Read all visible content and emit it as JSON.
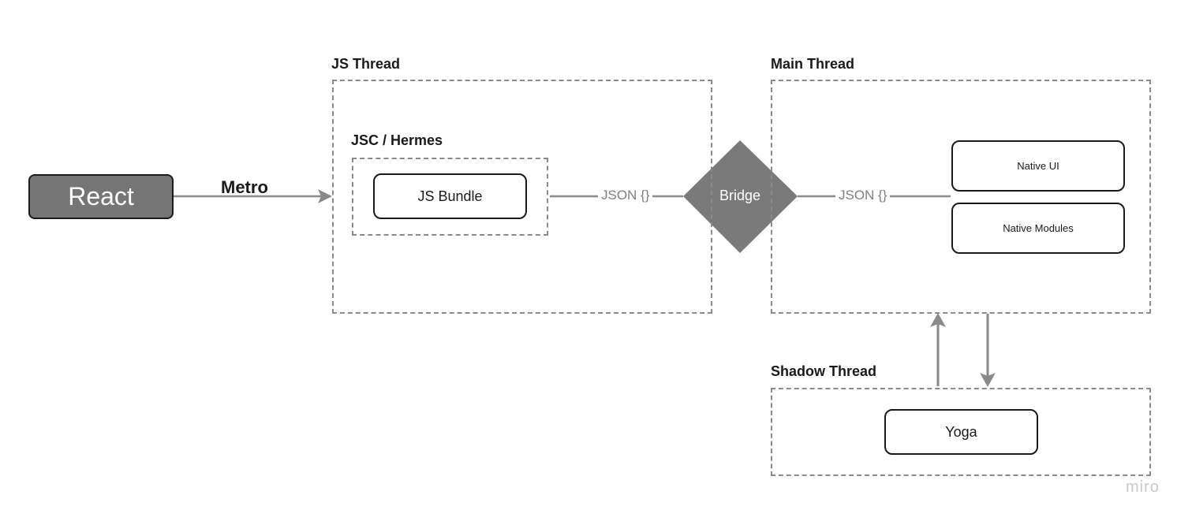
{
  "diagram": {
    "react_label": "React",
    "metro_label": "Metro",
    "js_thread_label": "JS Thread",
    "jsc_hermes_label": "JSC / Hermes",
    "js_bundle_label": "JS Bundle",
    "json_left_label": "JSON {}",
    "bridge_label": "Bridge",
    "json_right_label": "JSON {}",
    "main_thread_label": "Main Thread",
    "native_ui_label": "Native UI",
    "native_modules_label": "Native Modules",
    "shadow_thread_label": "Shadow Thread",
    "yoga_label": "Yoga",
    "watermark": "miro"
  },
  "colors": {
    "react_fill": "#767676",
    "bridge_fill": "#7a7a7a",
    "connector": "#8a8a8a",
    "dashed_border": "#8a8a8a",
    "box_border": "#1a1a1a"
  }
}
